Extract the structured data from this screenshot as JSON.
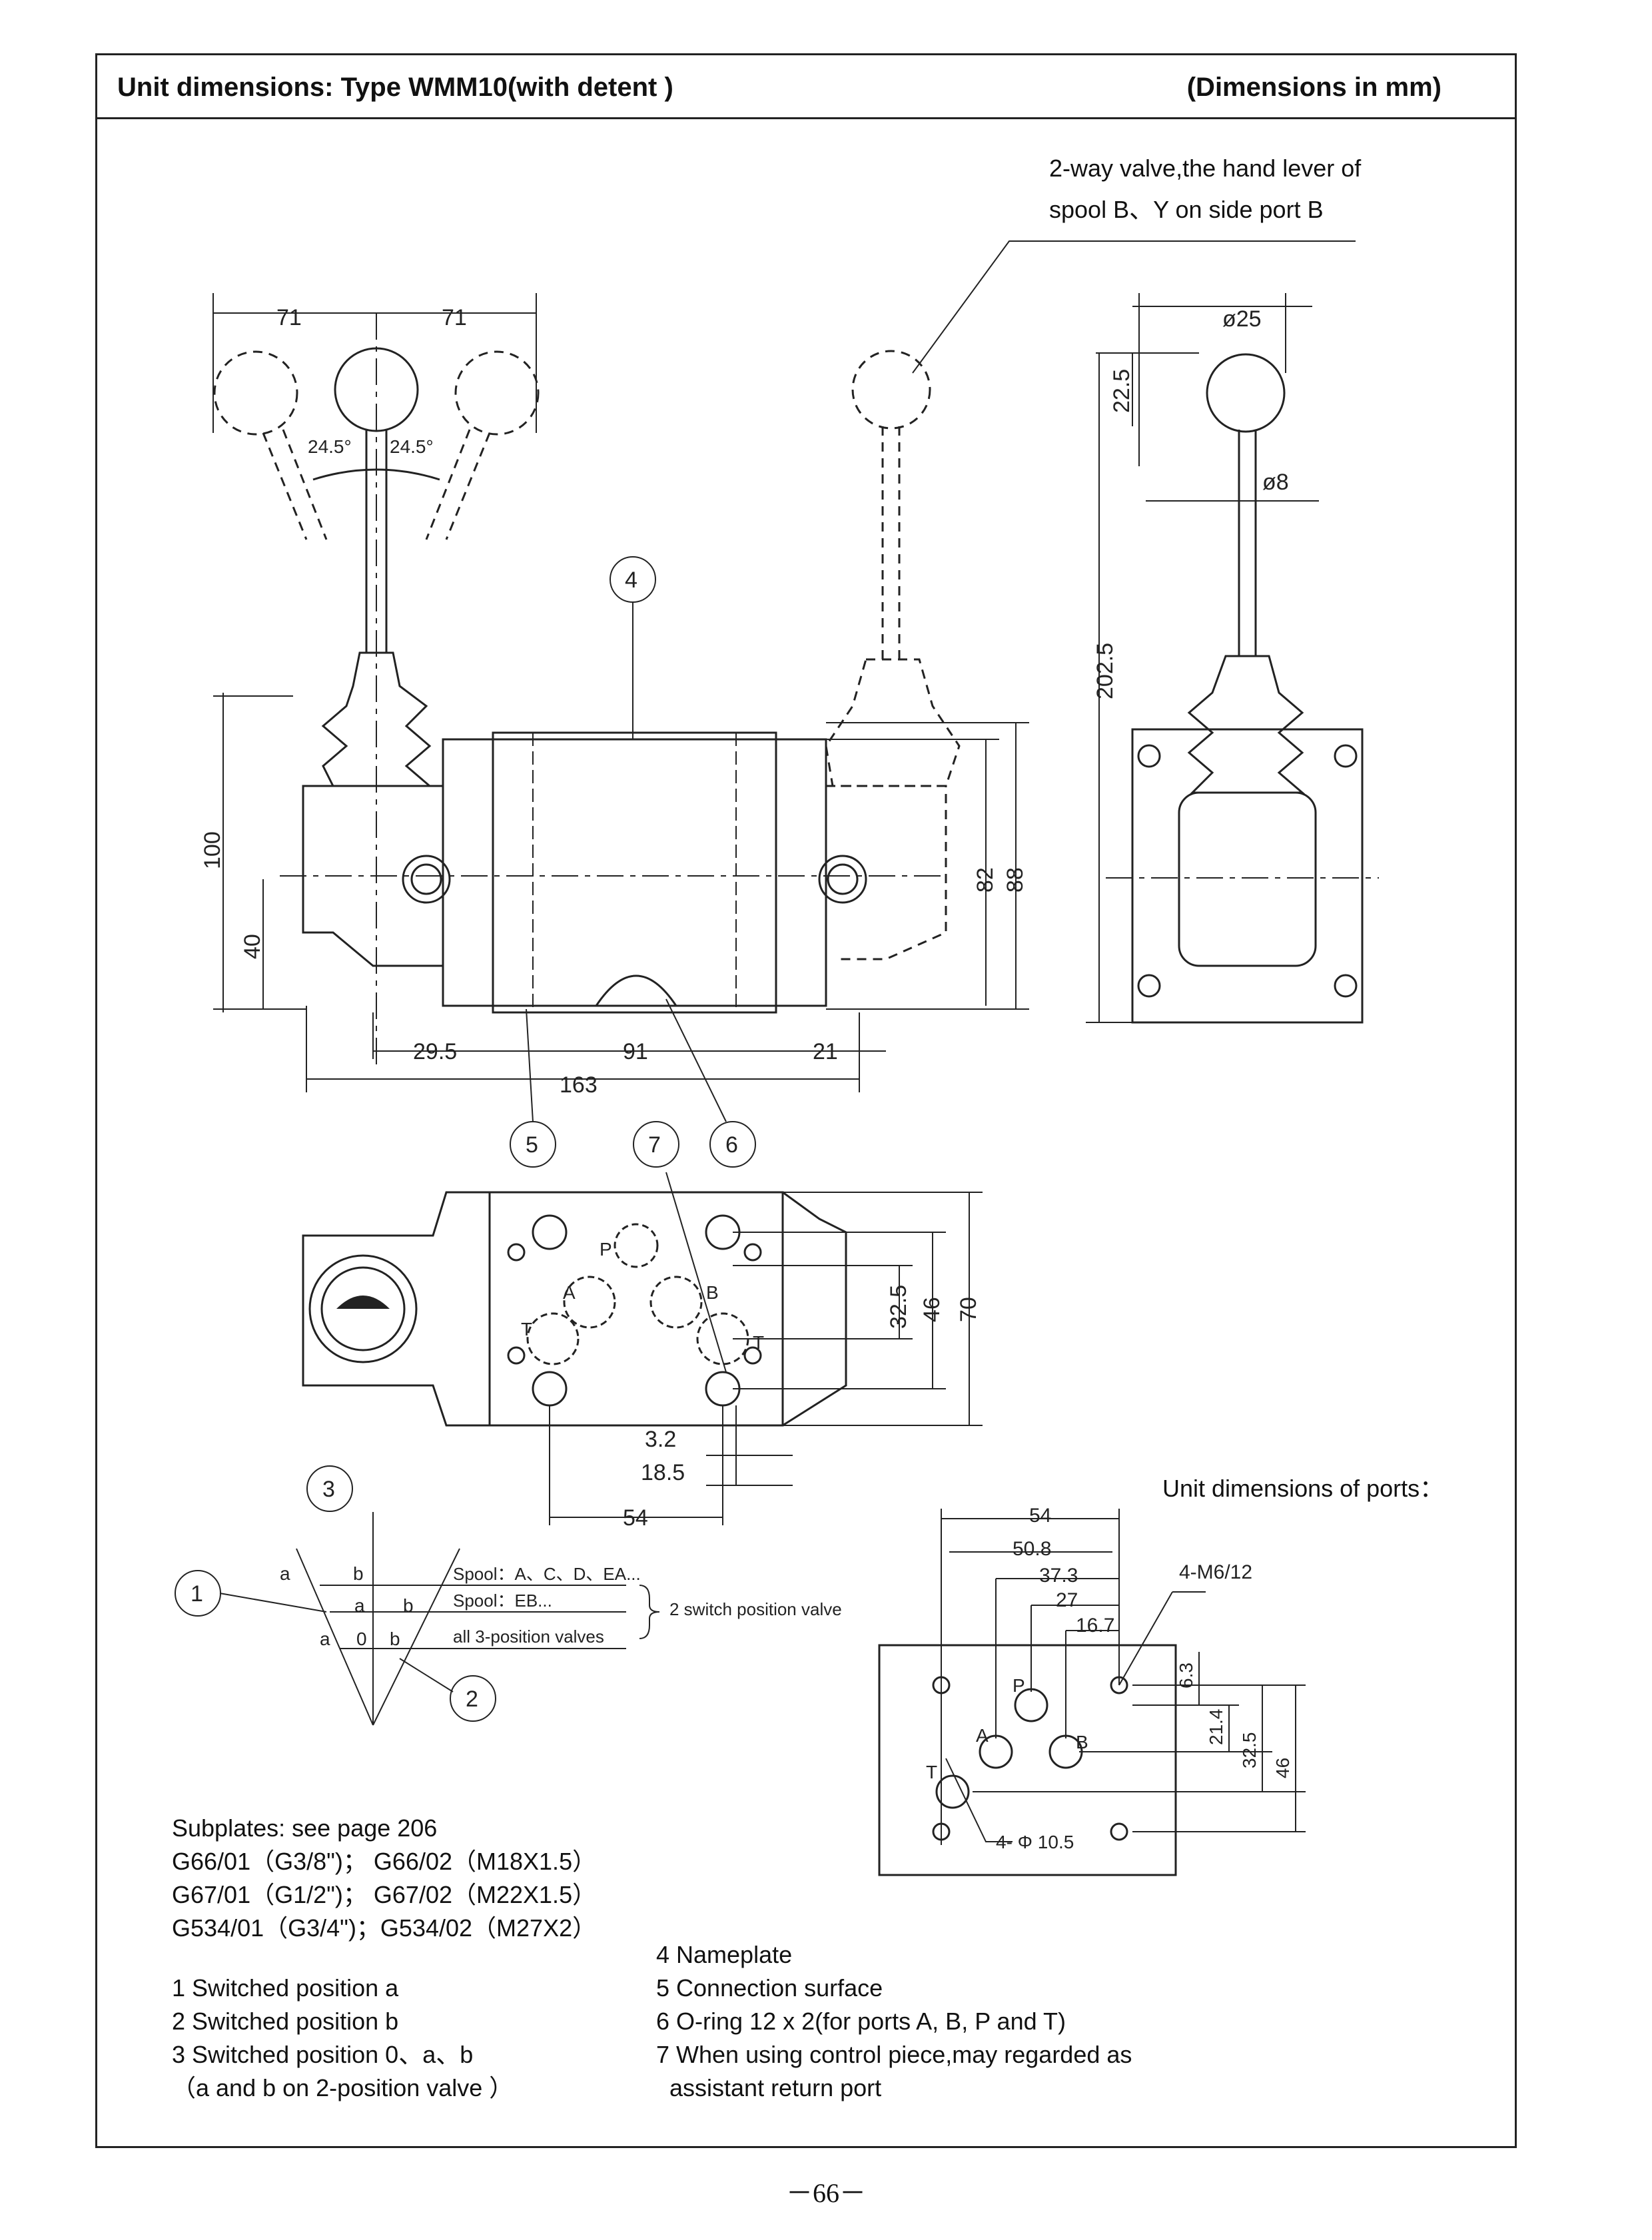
{
  "header": {
    "title": "Unit dimensions: Type WMM10(with detent )",
    "units": "(Dimensions in mm)"
  },
  "callout": {
    "line1": "2-way valve,the hand lever of",
    "line2": "spool B、Y on side port B"
  },
  "front_view": {
    "dims": {
      "left_offset": "71",
      "right_offset": "71",
      "angle_left": "24.5°",
      "angle_right": "24.5°",
      "height_100": "100",
      "height_40": "40",
      "d_29_5": "29.5",
      "d_91": "91",
      "d_21": "21",
      "d_163": "163",
      "d_82": "82",
      "d_88": "88"
    },
    "balloons": {
      "nameplate": "4",
      "connection": "5",
      "oring": "6",
      "control": "7"
    }
  },
  "side_view": {
    "dims": {
      "ball_dia": "ø25",
      "ball_h": "22.5",
      "stem_dia": "ø8",
      "total_h": "202.5"
    }
  },
  "top_view": {
    "ports": {
      "P": "P",
      "A": "A",
      "B": "B",
      "T_left": "T",
      "T_right": "T"
    },
    "dims": {
      "d_32_5": "32.5",
      "d_46": "46",
      "d_70": "70",
      "d_3_2": "3.2",
      "d_18_5": "18.5",
      "d_54": "54"
    }
  },
  "positions": {
    "balloon1": "1",
    "balloon2": "2",
    "balloon3": "3",
    "row1_letters": [
      "a",
      "b"
    ],
    "row2_letters": [
      "a",
      "b"
    ],
    "row3_letters": [
      "a",
      "0",
      "b"
    ],
    "row1_label": "Spool：A、C、D、EA...",
    "row2_label": "Spool：EB...",
    "row3_label": "all 3-position valves",
    "brace_label": "2 switch position valve"
  },
  "ports_view": {
    "title": "Unit dimensions of ports：",
    "dims": {
      "d54": "54",
      "d50_8": "50.8",
      "d37_3": "37.3",
      "d27": "27",
      "d16_7": "16.7",
      "thread": "4-M6/12",
      "d6_3": "6.3",
      "d21_4": "21.4",
      "d32_5": "32.5",
      "d46": "46",
      "holes": "4- Φ 10.5"
    },
    "ports": {
      "P": "P",
      "A": "A",
      "B": "B",
      "T": "T"
    }
  },
  "subplates": {
    "heading": "Subplates: see page 206",
    "rows": [
      "G66/01（G3/8\")；  G66/02（M18X1.5）",
      "G67/01（G1/2\")；  G67/02（M22X1.5）",
      "G534/01（G3/4\")；G534/02（M27X2）"
    ]
  },
  "legend_left": [
    "1 Switched position a",
    "2 Switched position b",
    "3 Switched position 0、a、b",
    "（a and b on 2-position valve ）"
  ],
  "legend_right": [
    "4 Nameplate",
    "5 Connection surface",
    "6 O-ring 12 x 2(for ports A, B, P and T)",
    "7 When using control piece,may regarded as",
    "assistant return port"
  ],
  "page_number": "－66－"
}
